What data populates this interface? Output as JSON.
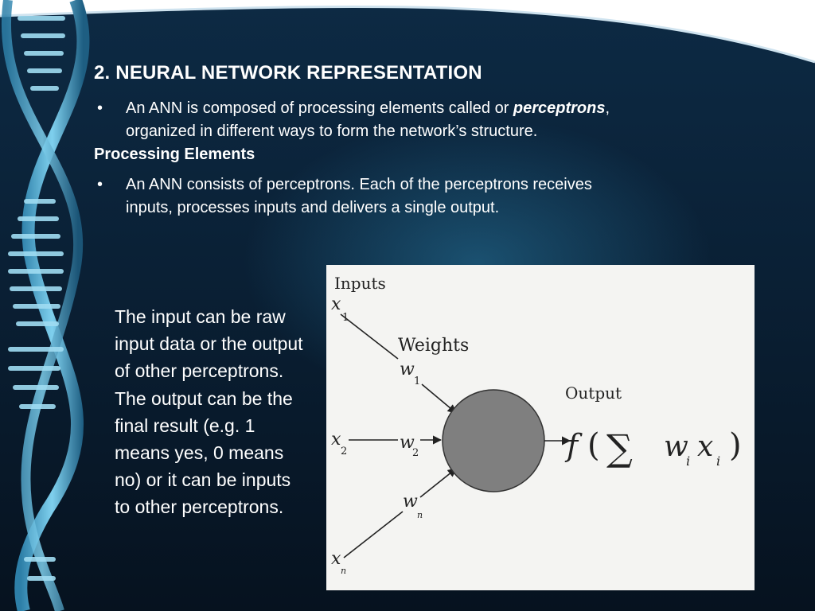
{
  "slide": {
    "title": "2. NEURAL NETWORK REPRESENTATION",
    "bullets_1": [
      {
        "marker": "•",
        "text_before": "An ANN is composed of processing elements called or ",
        "emphasis": "perceptrons",
        "text_after": ",",
        "line2": "organized in different ways to form the network’s structure."
      }
    ],
    "subheading": "Processing Elements",
    "bullets_2": [
      {
        "marker": "•",
        "line1": "An ANN consists of perceptrons. Each of the perceptrons receives",
        "line2": "inputs, processes inputs and delivers a single output."
      }
    ],
    "side_text": "The input can be raw input data or the output of other perceptrons. The output can be the final result (e.g. 1 means yes, 0 means no) or it can be inputs to other perceptrons."
  },
  "figure": {
    "label_inputs": "Inputs",
    "label_weights": "Weights",
    "label_output": "Output",
    "x1": "x",
    "x1_sub": "1",
    "x2": "x",
    "x2_sub": "2",
    "xn": "x",
    "xn_sub": "n",
    "w1": "w",
    "w1_sub": "1",
    "w2": "w",
    "w2_sub": "2",
    "wn": "w",
    "wn_sub": "n",
    "formula_f": "f",
    "formula_open": "(",
    "formula_sum": "∑",
    "formula_w": "w",
    "formula_w_sub": "i",
    "formula_x": "x",
    "formula_x_sub": "i",
    "formula_close": ")"
  },
  "colors": {
    "background": "#0b1f33",
    "neuron": "#7f7f7f",
    "figure_bg": "#f4f4f2"
  }
}
